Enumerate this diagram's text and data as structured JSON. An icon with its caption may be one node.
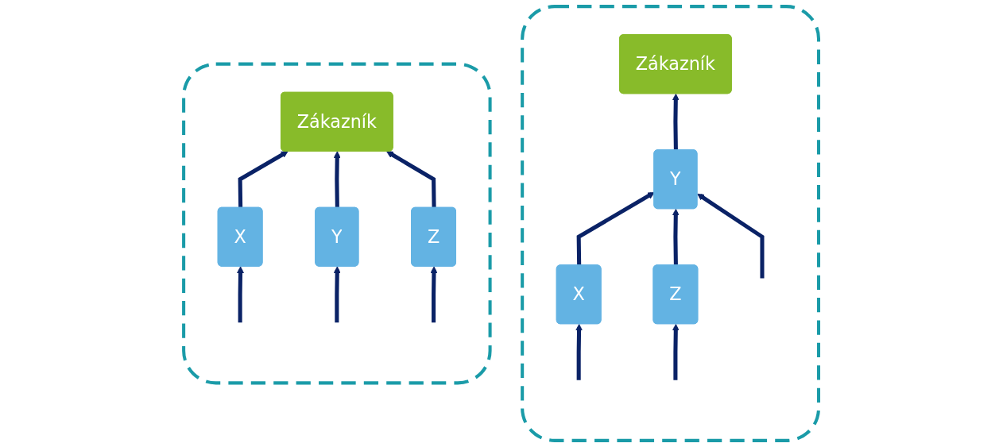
{
  "diagram": {
    "nodes": [
      {
        "text": [],
        "shape": "box"
      },
      {
        "text": [
          "Zákazník"
        ],
        "in": 0
      },
      {
        "text": [
          "X"
        ],
        "in": 0
      },
      {
        "text": [
          "Y"
        ],
        "in": 0
      },
      {
        "text": [
          "Z"
        ],
        "in": 0
      },
      {
        "text": [],
        "shape": "box"
      },
      {
        "text": [
          "Zákazník"
        ],
        "in": 5
      },
      {
        "text": [
          "Y"
        ],
        "in": 5
      },
      {
        "text": [
          "X"
        ],
        "in": 5
      },
      {
        "text": [
          "Z"
        ],
        "in": 5
      }
    ],
    "edges": [
      {
        "from": 2,
        "to": 1,
        "arrow": "to"
      },
      {
        "from": 3,
        "to": 1,
        "arrow": "to"
      },
      {
        "from": 4,
        "to": 1,
        "arrow": "to"
      },
      {
        "from": null,
        "to": 2,
        "arrow": "to"
      },
      {
        "from": null,
        "to": 3,
        "arrow": "to"
      },
      {
        "from": null,
        "to": 4,
        "arrow": "to"
      },
      {
        "from": 8,
        "to": 7,
        "arrow": "to"
      },
      {
        "from": 9,
        "to": 7,
        "arrow": "to"
      },
      {
        "from": 7,
        "to": 6,
        "arrow": "to"
      },
      {
        "from": null,
        "to": 7,
        "arrow": "to"
      },
      {
        "from": null,
        "to": 8,
        "arrow": "to"
      },
      {
        "from": null,
        "to": 9,
        "arrow": "to"
      }
    ]
  }
}
